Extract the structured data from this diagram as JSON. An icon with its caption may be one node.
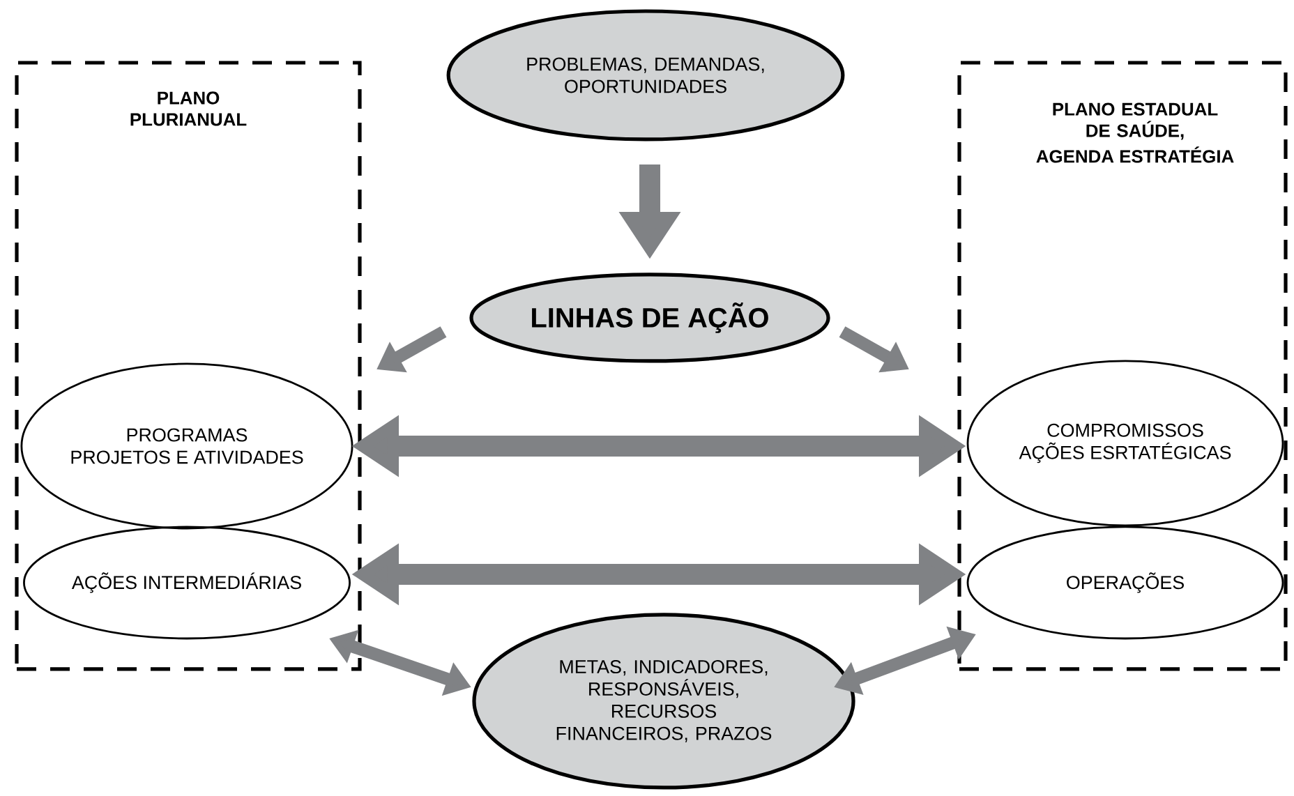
{
  "diagram": {
    "nodes": [
      {
        "text": [
          "PLANO PLURIANUAL"
        ]
      },
      {
        "text": [
          "PROGRAMAS",
          "PROJETOS E ATIVIDADES"
        ],
        "in": 0
      },
      {
        "text": [
          "AÇÕES INTERMEDIÁRIAS"
        ],
        "in": 0
      },
      {
        "text": [
          "PLANO ESTADUAL DE SAÚDE,",
          "AGENDA ESTRATÉGIA"
        ]
      },
      {
        "text": [
          "COMPROMISSOS",
          "AÇÕES ESRTATÉGICAS"
        ],
        "in": 3
      },
      {
        "text": [
          "OPERAÇÕES"
        ],
        "in": 3
      },
      {
        "text": [
          "PROBLEMAS, DEMANDAS, OPORTUNIDADES"
        ]
      },
      {
        "text": [
          "LINHAS DE AÇÃO"
        ]
      },
      {
        "text": [
          "METAS, INDICADORES, RESPONSÁVEIS, RECURSOS FINANCEIROS, PRAZOS"
        ]
      }
    ],
    "edges": [
      {
        "from": 6,
        "to": 7,
        "arrow": "to"
      },
      {
        "from": 7,
        "to": 0,
        "arrow": "to"
      },
      {
        "from": 7,
        "to": 3,
        "arrow": "to"
      },
      {
        "from": 1,
        "to": 4,
        "arrow": "both"
      },
      {
        "from": 2,
        "to": 5,
        "arrow": "both"
      },
      {
        "from": 0,
        "to": 8,
        "arrow": "both"
      },
      {
        "from": 8,
        "to": 3,
        "arrow": "both"
      }
    ]
  }
}
